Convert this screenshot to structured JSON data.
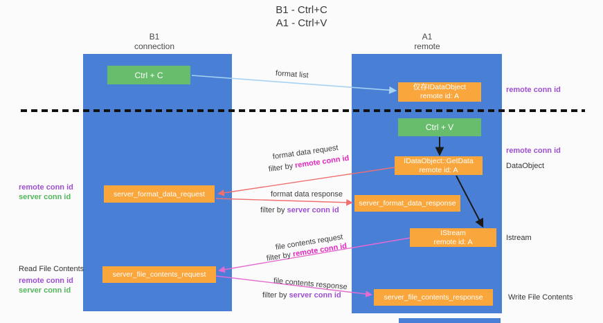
{
  "colors": {
    "bg": "#fbfbfb",
    "lane_blue": "#4a7fd6",
    "box_green": "#68bd6d",
    "box_orange": "#f9a63d",
    "text_purple": "#9d4fd1",
    "text_green": "#52b75a",
    "text_magenta": "#e328c0",
    "arrow_blue": "#a6d3f2",
    "arrow_red": "#f07070",
    "arrow_magenta": "#e66ad2",
    "arrow_black": "#1a1a1a",
    "line_black": "#111111"
  },
  "title": {
    "line1": "B1 - Ctrl+C",
    "line2": "A1 - Ctrl+V"
  },
  "lanes": {
    "left": {
      "title": "B1",
      "subtitle": "connection"
    },
    "right": {
      "title": "A1",
      "subtitle": "remote"
    }
  },
  "boxes": {
    "ctrl_c": {
      "label": "Ctrl + C"
    },
    "clipboard_object": {
      "line1": "仅存IDataObject",
      "line2": "remote id: A"
    },
    "ctrl_v": {
      "label": "Ctrl + V"
    },
    "get_data": {
      "line1": "IDataObject::GetData",
      "line2": "remote id: A"
    },
    "format_request": {
      "label": "server_format_data_request"
    },
    "format_response": {
      "label": "server_format_data_response"
    },
    "istream": {
      "line1": "IStream",
      "line2": "remote id: A"
    },
    "file_request": {
      "label": "server_file_contents_request"
    },
    "file_response": {
      "label": "server_file_contents_response"
    }
  },
  "side_labels": {
    "remote_conn_id_top": "remote conn id",
    "remote_conn_id_mid": "remote conn id",
    "dataobject": "DataObject",
    "istream": "Istream",
    "write_file": "Write File Contents",
    "read_file": "Read File Contents",
    "left_remote_1": "remote conn id",
    "left_server_1": "server conn id",
    "left_remote_2": "remote conn id",
    "left_server_2": "server conn id"
  },
  "arrow_labels": {
    "format_list": "format list",
    "format_data_request": "format data request",
    "format_data_response": "format data response",
    "file_contents_request": "file contents request",
    "file_contents_response": "file contents response",
    "filter_by": "filter by ",
    "remote_conn_id": "remote conn id",
    "server_conn_id": "server conn id"
  }
}
